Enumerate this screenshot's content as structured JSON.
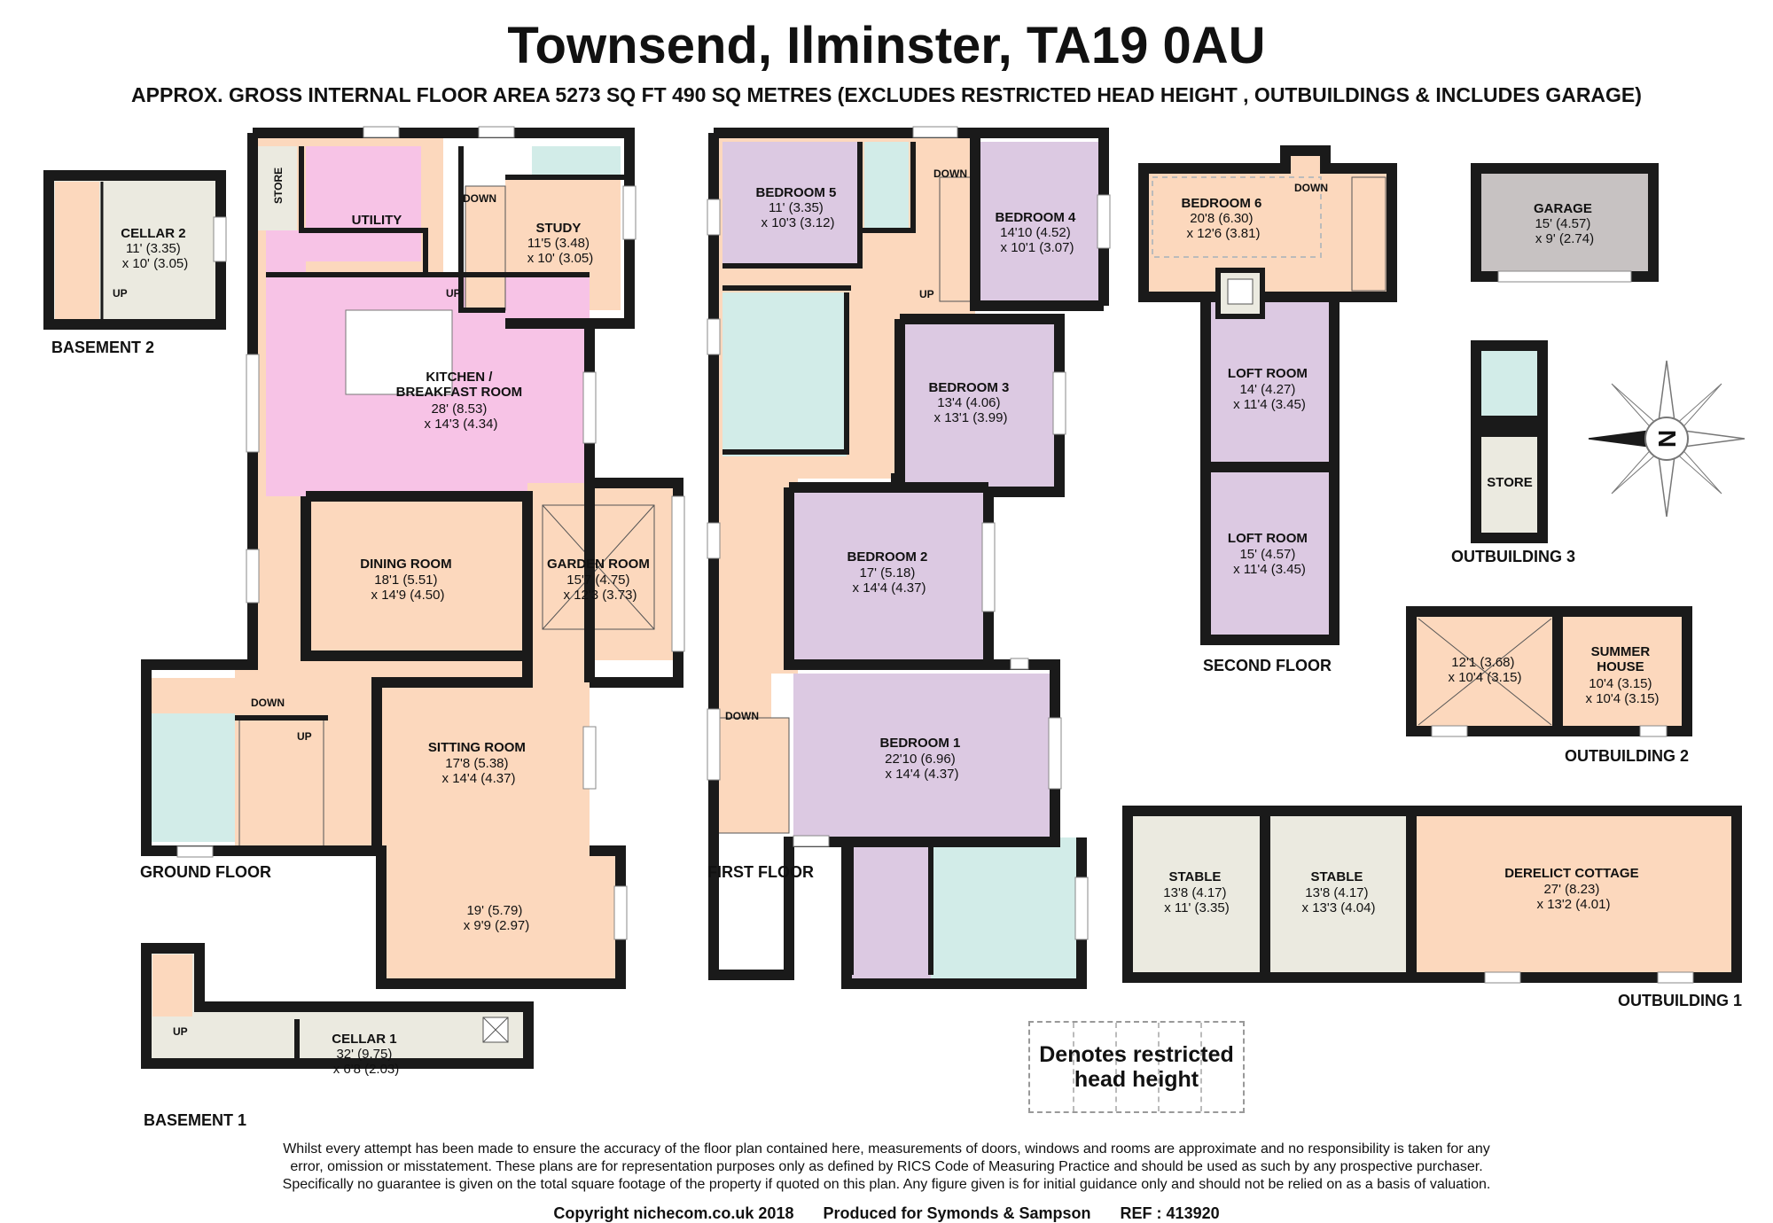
{
  "title": "Townsend, Ilminster, TA19 0AU",
  "subtitle": "APPROX. GROSS INTERNAL FLOOR AREA 5273 SQ FT 490 SQ METRES (EXCLUDES RESTRICTED HEAD HEIGHT , OUTBUILDINGS & INCLUDES GARAGE)",
  "colors": {
    "wall": "#1a1a1a",
    "kitchen": "#f7c3e6",
    "living": "#fcd8bd",
    "bedroom": "#dcc9e2",
    "bathroom": "#d2ece8",
    "outbuilding": "#ebeae0",
    "garage": "#c7c2c2",
    "stair": "#fcd8bd"
  },
  "floors": {
    "basement2": "BASEMENT 2",
    "basement1": "BASEMENT 1",
    "ground": "GROUND FLOOR",
    "first": "FIRST FLOOR",
    "second": "SECOND FLOOR",
    "out1": "OUTBUILDING 1",
    "out2": "OUTBUILDING 2",
    "out3": "OUTBUILDING 3"
  },
  "rooms": {
    "cellar2": {
      "name": "CELLAR 2",
      "d1": "11' (3.35)",
      "d2": "x 10' (3.05)"
    },
    "cellar1": {
      "name": "CELLAR 1",
      "d1": "32' (9.75)",
      "d2": "x 6'8 (2.03)"
    },
    "store": {
      "name": "STORE"
    },
    "utility": {
      "name": "UTILITY"
    },
    "study": {
      "name": "STUDY",
      "d1": "11'5 (3.48)",
      "d2": "x 10' (3.05)"
    },
    "kitchen": {
      "name": "KITCHEN /",
      "name2": "BREAKFAST ROOM",
      "d1": "28' (8.53)",
      "d2": "x 14'3 (4.34)"
    },
    "dining": {
      "name": "DINING ROOM",
      "d1": "18'1 (5.51)",
      "d2": "x 14'9 (4.50)"
    },
    "garden": {
      "name": "GARDEN ROOM",
      "d1": "15'7 (4.75)",
      "d2": "x 12'3 (3.73)"
    },
    "sitting": {
      "name": "SITTING ROOM",
      "d1": "17'8 (5.38)",
      "d2": "x 14'4 (4.37)"
    },
    "sitting_ext": {
      "d1": "19' (5.79)",
      "d2": "x 9'9 (2.97)"
    },
    "bed5": {
      "name": "BEDROOM 5",
      "d1": "11' (3.35)",
      "d2": "x 10'3 (3.12)"
    },
    "bed4": {
      "name": "BEDROOM 4",
      "d1": "14'10 (4.52)",
      "d2": "x 10'1 (3.07)"
    },
    "bed3": {
      "name": "BEDROOM 3",
      "d1": "13'4 (4.06)",
      "d2": "x 13'1 (3.99)"
    },
    "bed2": {
      "name": "BEDROOM 2",
      "d1": "17' (5.18)",
      "d2": "x 14'4 (4.37)"
    },
    "bed1": {
      "name": "BEDROOM 1",
      "d1": "22'10 (6.96)",
      "d2": "x 14'4 (4.37)"
    },
    "bed6": {
      "name": "BEDROOM 6",
      "d1": "20'8 (6.30)",
      "d2": "x 12'6 (3.81)"
    },
    "loft1": {
      "name": "LOFT ROOM",
      "d1": "14' (4.27)",
      "d2": "x 11'4 (3.45)"
    },
    "loft2": {
      "name": "LOFT ROOM",
      "d1": "15' (4.57)",
      "d2": "x 11'4 (3.45)"
    },
    "garage": {
      "name": "GARAGE",
      "d1": "15' (4.57)",
      "d2": "x 9' (2.74)"
    },
    "store3": {
      "name": "STORE"
    },
    "ob2room": {
      "d1": "12'1 (3.68)",
      "d2": "x 10'4 (3.15)"
    },
    "summer": {
      "name": "SUMMER",
      "name2": "HOUSE",
      "d1": "10'4 (3.15)",
      "d2": "x 10'4 (3.15)"
    },
    "stable1": {
      "name": "STABLE",
      "d1": "13'8 (4.17)",
      "d2": "x 11' (3.35)"
    },
    "stable2": {
      "name": "STABLE",
      "d1": "13'8 (4.17)",
      "d2": "x 13'3 (4.04)"
    },
    "derelict": {
      "name": "DERELICT COTTAGE",
      "d1": "27' (8.23)",
      "d2": "x 13'2 (4.01)"
    }
  },
  "stair_labels": {
    "up": "UP",
    "down": "DOWN"
  },
  "compass": {
    "letter": "N",
    "icon": "compass-icon"
  },
  "legend": {
    "line1": "Denotes restricted",
    "line2": "head height"
  },
  "disclaimer": {
    "line1": "Whilst every attempt has been made to ensure the accuracy of the floor plan contained here, measurements of doors, windows and rooms are approximate and no responsibility is taken for any",
    "line2": "error, omission or misstatement. These plans are for representation purposes only as defined by RICS Code of Measuring Practice and should be used as such by any prospective purchaser.",
    "line3": "Specifically no guarantee is given on the total square footage of the property if quoted on this plan. Any figure given is for initial guidance only and should not be relied on as a basis of valuation."
  },
  "footer": {
    "copyright": "Copyright nichecom.co.uk 2018",
    "produced": "Produced for Symonds & Sampson",
    "ref": "REF : 413920"
  }
}
